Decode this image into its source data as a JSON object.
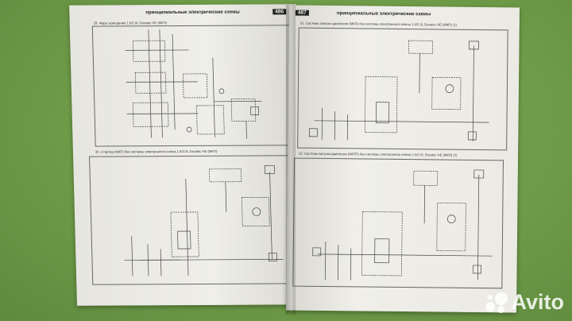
{
  "book": {
    "left_page": {
      "running_head": "принципиальные электрические схемы",
      "page_number": "486",
      "top_caption": "29. Фары освещения 1.6/2.0L Duratec HE (МКП)",
      "bottom_caption": "30. Стартер (МКП) без системы электронного ключа 1.6/2.0L Duratec HE (МКП)"
    },
    "right_page": {
      "running_head": "принципиальные электрические схемы",
      "page_number": "487",
      "top_caption": "31. Система запуска двигателя (МКП) без системы электронного ключа 1.6/2.0L Duratec HE (МКП) (1)",
      "bottom_caption": "32. Система запуска двигателя (АКПП) без системы электронного ключа 1.6/2.0L Duratec HE (МКП) (2)"
    }
  },
  "watermark": {
    "text": "Avito"
  },
  "colors": {
    "table": "#6f9d4a",
    "paper": "#ecebe6",
    "ink": "#333333",
    "watermark": "#ffffff"
  }
}
